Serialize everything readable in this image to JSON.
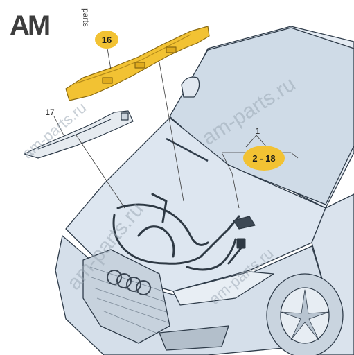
{
  "logo": {
    "main": "AM",
    "sub": "parts"
  },
  "watermarks": [
    "am-parts.ru",
    "am-parts.ru",
    "am-parts.ru",
    "am-parts.ru"
  ],
  "callouts": {
    "part_16": "16",
    "part_17": "17",
    "part_1": "1",
    "range": "2 - 18"
  },
  "colors": {
    "car_body": "#d9e3ee",
    "car_outline": "#2f3c4a",
    "highlight": "#f2c233",
    "part_gray": "#e6ebf0"
  }
}
